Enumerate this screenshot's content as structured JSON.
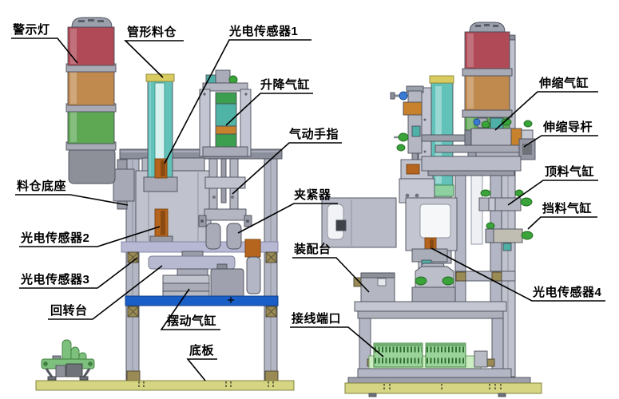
{
  "figure": {
    "type": "mechanical-assembly-diagram",
    "background": "#ffffff",
    "labels": [
      {
        "id": "warning-light",
        "text": "警示灯"
      },
      {
        "id": "tube-hopper",
        "text": "管形料仓"
      },
      {
        "id": "photo-sensor-1",
        "text": "光电传感器1"
      },
      {
        "id": "lift-cylinder",
        "text": "升降气缸"
      },
      {
        "id": "pneumatic-finger",
        "text": "气动手指"
      },
      {
        "id": "clamper",
        "text": "夹紧器"
      },
      {
        "id": "hopper-base",
        "text": "料仓底座"
      },
      {
        "id": "photo-sensor-2",
        "text": "光电传感器2"
      },
      {
        "id": "photo-sensor-3",
        "text": "光电传感器3"
      },
      {
        "id": "rotary-table",
        "text": "回转台"
      },
      {
        "id": "swing-cylinder",
        "text": "摆动气缸"
      },
      {
        "id": "base-plate",
        "text": "底板"
      },
      {
        "id": "assembly-table",
        "text": "装配台"
      },
      {
        "id": "terminal-port",
        "text": "接线端口"
      },
      {
        "id": "telescopic-cylinder",
        "text": "伸缩气缸"
      },
      {
        "id": "telescopic-guide-rod",
        "text": "伸缩导杆"
      },
      {
        "id": "ejector-cylinder",
        "text": "顶料气缸"
      },
      {
        "id": "stopper-cylinder",
        "text": "挡料气缸"
      },
      {
        "id": "photo-sensor-4",
        "text": "光电传感器4"
      }
    ],
    "colors": {
      "warning_red": "#b04a56",
      "warning_orange": "#c08a4e",
      "warning_green": "#5ea854",
      "hopper_teal": "#62c2ba",
      "sensor_orange": "#b5651d",
      "valve_green": "#3aa33a",
      "turntable_blue": "#1a5fc8",
      "base_plate_yellow": "#d5d584",
      "terminal_green": "#9bd49b",
      "band_orange": "#c8822d",
      "blue_valve": "#3a7bd5",
      "feeder_green": "#7dbf7d"
    }
  }
}
